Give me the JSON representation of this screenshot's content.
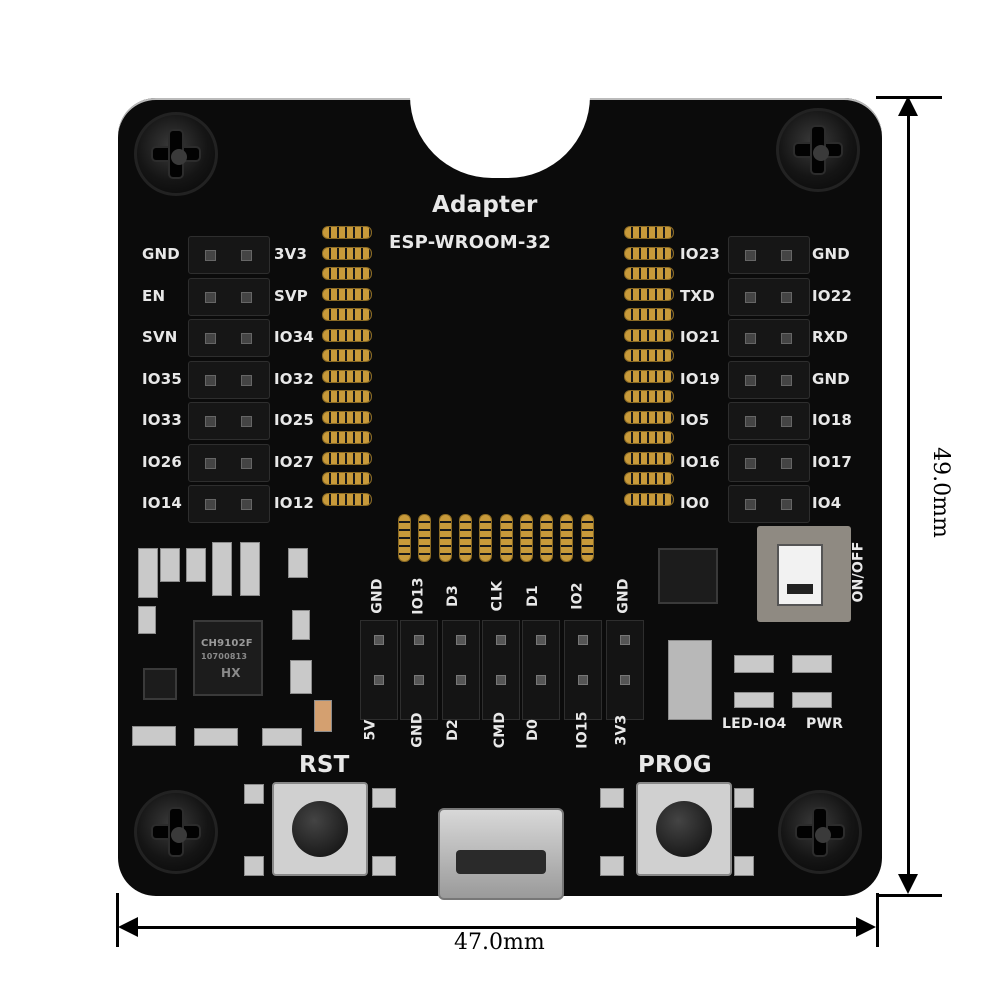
{
  "board": {
    "title": "Adapter",
    "subtitle": "ESP-WROOM-32",
    "left_header_left": [
      "GND",
      "EN",
      "SVN",
      "IO35",
      "IO33",
      "IO26",
      "IO14"
    ],
    "left_header_right": [
      "3V3",
      "SVP",
      "IO34",
      "IO32",
      "IO25",
      "IO27",
      "IO12"
    ],
    "right_header_left": [
      "IO23",
      "TXD",
      "IO21",
      "IO19",
      "IO5",
      "IO16",
      "IO0"
    ],
    "right_header_right": [
      "GND",
      "IO22",
      "RXD",
      "GND",
      "IO18",
      "IO17",
      "IO4"
    ],
    "bottom_top_labels": [
      "GND",
      "IO13",
      "D3",
      "CLK",
      "D1",
      "IO2",
      "GND"
    ],
    "bottom_bottom_labels": [
      "5V",
      "GND",
      "D2",
      "CMD",
      "D0",
      "IO15",
      "3V3"
    ],
    "switch_label": "ON/OFF",
    "led_labels": [
      "LED-IO4",
      "PWR"
    ],
    "button_left": "RST",
    "button_right": "PROG",
    "chip_text": [
      "CH9102F",
      "10700813"
    ],
    "chip_mark": "HX"
  },
  "dimensions": {
    "width": "47.0mm",
    "height": "49.0mm"
  }
}
